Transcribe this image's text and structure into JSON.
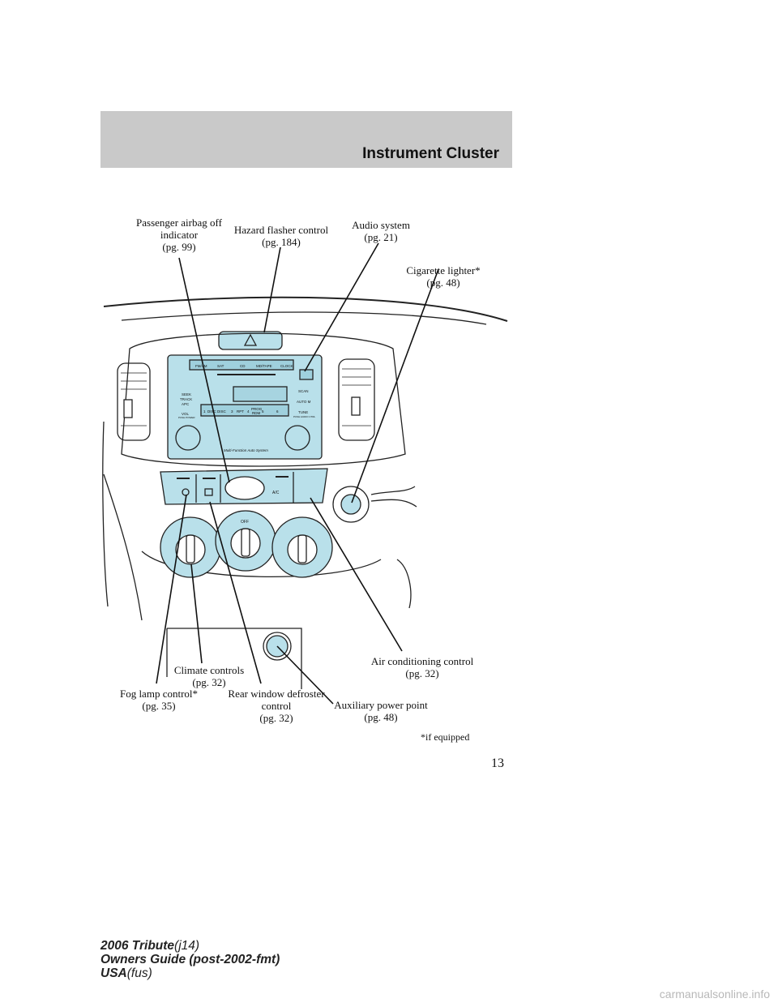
{
  "header": {
    "title": "Instrument Cluster"
  },
  "callouts": {
    "airbag": [
      "Passenger airbag off",
      "indicator",
      "(pg. 99)"
    ],
    "hazard": [
      "Hazard flasher control",
      "(pg. 184)"
    ],
    "audio": [
      "Audio system",
      "(pg. 21)"
    ],
    "lighter": [
      "Cigarette lighter*",
      "(pg. 48)"
    ],
    "ac": [
      "Air conditioning control",
      "(pg. 32)"
    ],
    "climate": [
      "Climate controls",
      "(pg. 32)"
    ],
    "fog": [
      "Fog lamp control*",
      "(pg. 35)"
    ],
    "defroster": [
      "Rear window defroster",
      "control",
      "(pg. 32)"
    ],
    "aux": [
      "Auxiliary power point",
      "(pg. 48)"
    ]
  },
  "radio": {
    "buttons_top": [
      "FM/AM",
      "SAT",
      "CD",
      "MD/TAPE",
      "CLOCK"
    ],
    "buttons_bottom": [
      "1",
      "DISC",
      "DISC",
      "3",
      "RPT",
      "4",
      "PROG",
      "RDM",
      "5",
      "6"
    ],
    "labels": [
      "SEEK",
      "TRACK",
      "APC",
      "VOL",
      "PUSH POWER",
      "SCAN",
      "AUTO M",
      "TUNE",
      "PUSH AUDIO CTRL"
    ],
    "brand": "Multi-Function Auto System"
  },
  "climate_panel": {
    "ac_label": "A/C",
    "off_label": "OFF"
  },
  "footnote": "*if equipped",
  "page_number": "13",
  "footer": {
    "line1_bold": "2006 Tribute",
    "line1_light": "(j14)",
    "line2": "Owners Guide (post-2002-fmt)",
    "line3_bold": "USA",
    "line3_light": "(fus)"
  },
  "watermark": "carmanualsonline.info",
  "colors": {
    "panel_blue": "#b9e0ea",
    "header_gray": "#c9c9c9"
  }
}
